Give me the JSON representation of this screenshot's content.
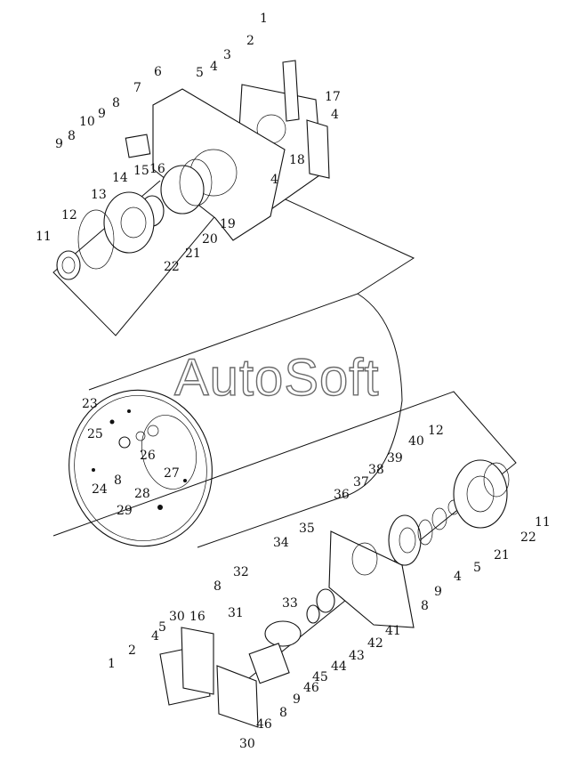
{
  "watermark": "AutoSoft",
  "callouts": {
    "upper": [
      {
        "id": "u1",
        "text": "1"
      },
      {
        "id": "u2",
        "text": "2"
      },
      {
        "id": "u3",
        "text": "3"
      },
      {
        "id": "u4a",
        "text": "4"
      },
      {
        "id": "u5",
        "text": "5"
      },
      {
        "id": "u6",
        "text": "6"
      },
      {
        "id": "u7",
        "text": "7"
      },
      {
        "id": "u8a",
        "text": "8"
      },
      {
        "id": "u9a",
        "text": "9"
      },
      {
        "id": "u10",
        "text": "10"
      },
      {
        "id": "u9b",
        "text": "9"
      },
      {
        "id": "u8b",
        "text": "8"
      },
      {
        "id": "u17",
        "text": "17"
      },
      {
        "id": "u4b",
        "text": "4"
      },
      {
        "id": "u18",
        "text": "18"
      },
      {
        "id": "u4c",
        "text": "4"
      },
      {
        "id": "u16",
        "text": "16"
      },
      {
        "id": "u15",
        "text": "15"
      },
      {
        "id": "u14",
        "text": "14"
      },
      {
        "id": "u13",
        "text": "13"
      },
      {
        "id": "u12",
        "text": "12"
      },
      {
        "id": "u11",
        "text": "11"
      },
      {
        "id": "u19",
        "text": "19"
      },
      {
        "id": "u20",
        "text": "20"
      },
      {
        "id": "u21",
        "text": "21"
      },
      {
        "id": "u22",
        "text": "22"
      }
    ],
    "drum": [
      {
        "id": "d23",
        "text": "23"
      },
      {
        "id": "d25",
        "text": "25"
      },
      {
        "id": "d26",
        "text": "26"
      },
      {
        "id": "d8",
        "text": "8"
      },
      {
        "id": "d24",
        "text": "24"
      },
      {
        "id": "d27",
        "text": "27"
      },
      {
        "id": "d28",
        "text": "28"
      },
      {
        "id": "d29",
        "text": "29"
      }
    ],
    "lower": [
      {
        "id": "l12",
        "text": "12"
      },
      {
        "id": "l40",
        "text": "40"
      },
      {
        "id": "l39",
        "text": "39"
      },
      {
        "id": "l38",
        "text": "38"
      },
      {
        "id": "l37",
        "text": "37"
      },
      {
        "id": "l36",
        "text": "36"
      },
      {
        "id": "l11",
        "text": "11"
      },
      {
        "id": "l22",
        "text": "22"
      },
      {
        "id": "l21",
        "text": "21"
      },
      {
        "id": "l5",
        "text": "5"
      },
      {
        "id": "l4",
        "text": "4"
      },
      {
        "id": "l35",
        "text": "35"
      },
      {
        "id": "l9",
        "text": "9"
      },
      {
        "id": "l8",
        "text": "8"
      },
      {
        "id": "l34",
        "text": "34"
      },
      {
        "id": "l41",
        "text": "41"
      },
      {
        "id": "l42",
        "text": "42"
      },
      {
        "id": "l43",
        "text": "43"
      },
      {
        "id": "l44",
        "text": "44"
      },
      {
        "id": "l45",
        "text": "45"
      },
      {
        "id": "l32",
        "text": "32"
      },
      {
        "id": "l33",
        "text": "33"
      },
      {
        "id": "l8b",
        "text": "8"
      },
      {
        "id": "l31",
        "text": "31"
      },
      {
        "id": "l16",
        "text": "16"
      },
      {
        "id": "l30a",
        "text": "30"
      },
      {
        "id": "l5b",
        "text": "5"
      },
      {
        "id": "l4b",
        "text": "4"
      },
      {
        "id": "l2",
        "text": "2"
      },
      {
        "id": "l1",
        "text": "1"
      },
      {
        "id": "l46a",
        "text": "46"
      },
      {
        "id": "l9b",
        "text": "9"
      },
      {
        "id": "l8c",
        "text": "8"
      },
      {
        "id": "l46b",
        "text": "46"
      },
      {
        "id": "l30b",
        "text": "30"
      }
    ]
  }
}
